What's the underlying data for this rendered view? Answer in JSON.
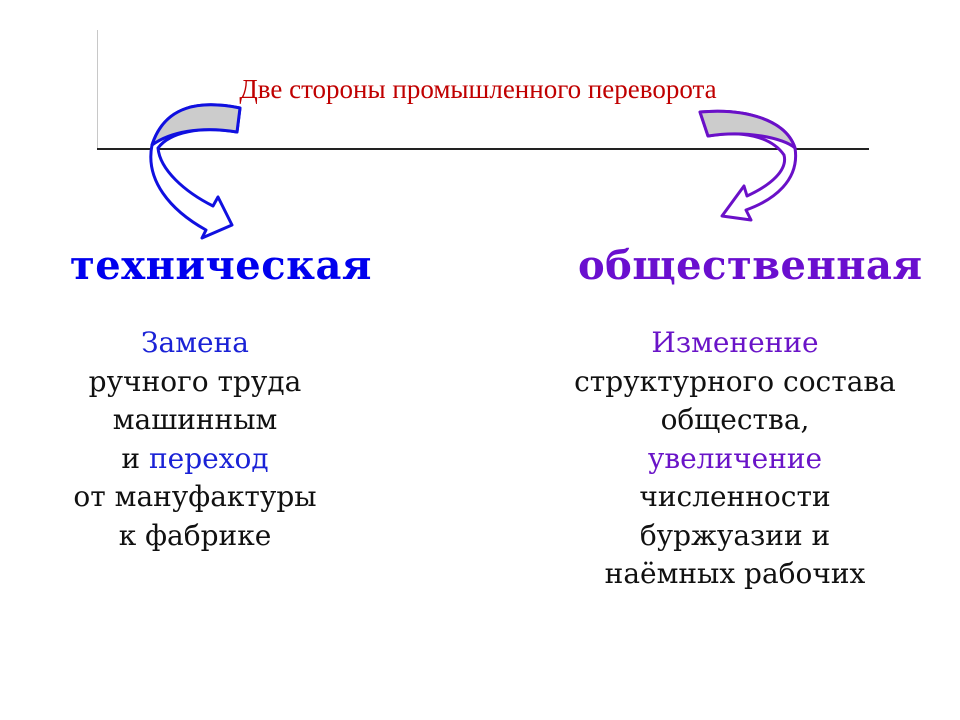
{
  "slide": {
    "title": "Две стороны промышленного переворота",
    "colors": {
      "title": "#c00000",
      "technical": "#0000ee",
      "social": "#6a0fcf",
      "arrow_fill": "#cccccc",
      "left_arrow_stroke": "#1010e0",
      "right_arrow_stroke": "#6a10c8"
    },
    "left": {
      "heading": "техническая",
      "lines": [
        {
          "parts": [
            {
              "text": "Замена",
              "accent": true
            }
          ]
        },
        {
          "parts": [
            {
              "text": "ручного труда",
              "accent": false
            }
          ]
        },
        {
          "parts": [
            {
              "text": "машинным",
              "accent": false
            }
          ]
        },
        {
          "parts": [
            {
              "text": "и ",
              "accent": false
            },
            {
              "text": "переход",
              "accent": true
            }
          ]
        },
        {
          "parts": [
            {
              "text": "от мануфактуры",
              "accent": false
            }
          ]
        },
        {
          "parts": [
            {
              "text": "к фабрике",
              "accent": false
            }
          ]
        }
      ]
    },
    "right": {
      "heading": "общественная",
      "lines": [
        {
          "parts": [
            {
              "text": "Изменение",
              "accent": true
            }
          ]
        },
        {
          "parts": [
            {
              "text": "структурного состава",
              "accent": false
            }
          ]
        },
        {
          "parts": [
            {
              "text": "общества,",
              "accent": false
            }
          ]
        },
        {
          "parts": [
            {
              "text": "увеличение",
              "accent": true
            }
          ]
        },
        {
          "parts": [
            {
              "text": "численности",
              "accent": false
            }
          ]
        },
        {
          "parts": [
            {
              "text": "буржуазии и",
              "accent": false
            }
          ]
        },
        {
          "parts": [
            {
              "text": "наёмных рабочих",
              "accent": false
            }
          ]
        }
      ]
    }
  }
}
